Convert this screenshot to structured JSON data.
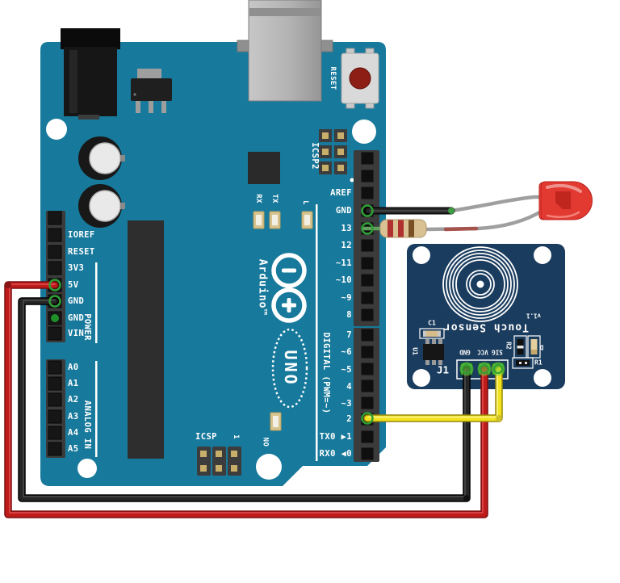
{
  "board": {
    "brand": "Arduino™",
    "model": "UNO",
    "groups": {
      "power": "POWER",
      "analog": "ANALOG IN",
      "digital": "DIGITAL (PWM=~)"
    },
    "headers": {
      "power": [
        "IOREF",
        "RESET",
        "3V3",
        "5V",
        "GND",
        "GND",
        "VIN"
      ],
      "analog": [
        "A0",
        "A1",
        "A2",
        "A3",
        "A4",
        "A5"
      ],
      "digital": [
        "AREF",
        "GND",
        "13",
        "12",
        "~11",
        "~10",
        "~9",
        "8",
        "7",
        "~6",
        "~5",
        "4",
        "~3",
        "2",
        "TX0 ▶1",
        "RX0 ◀0"
      ]
    },
    "labels": {
      "reset_button": "RESET",
      "icsp": "ICSP",
      "icsp_pin1": "1",
      "icsp2": "ICSP2",
      "on_led": "ON",
      "led_l": "L",
      "led_tx": "TX",
      "led_rx": "RX"
    }
  },
  "touch_sensor": {
    "title": "Touch Sensor",
    "version": "v1.1",
    "connector": {
      "name": "J1",
      "pins": [
        "GND",
        "VCC",
        "SIG"
      ]
    },
    "parts": {
      "c1": "C1",
      "u1": "U1",
      "r2": "R2",
      "d": "D",
      "r1": "R1"
    }
  },
  "colors": {
    "arduino_pcb": "#17799b",
    "sensor_pcb": "#1a3c5e",
    "led": "#e23931",
    "wire_power": "#c01b1b",
    "wire_ground": "#262626",
    "wire_signal": "#f2e31f"
  }
}
